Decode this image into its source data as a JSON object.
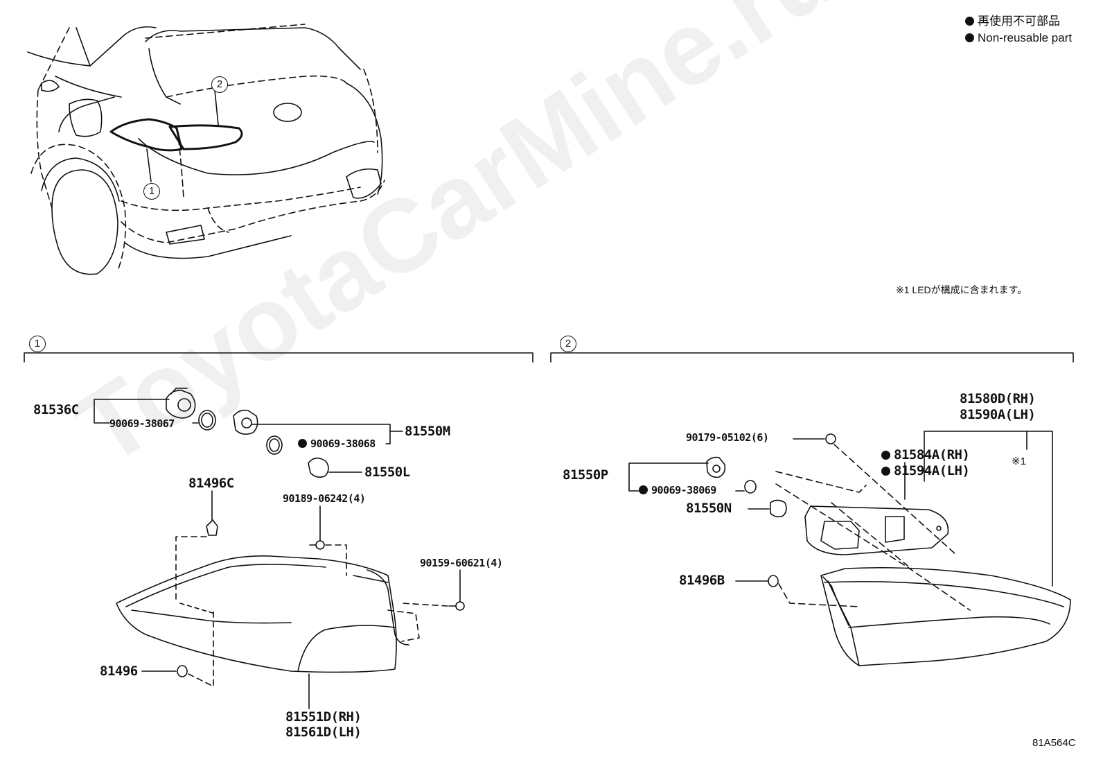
{
  "legend": {
    "items": [
      {
        "text": "再使用不可部品"
      },
      {
        "text": "Non-reusable part"
      }
    ]
  },
  "note": "※1 LEDが構成に含まれます。",
  "watermark": "ToyotaCarMine.ru",
  "diagram_ref": "81A564C",
  "callouts": {
    "c1": "1",
    "c2": "2",
    "section1": "1",
    "section2": "2"
  },
  "section1": {
    "parts": {
      "p81536C": "81536C",
      "p90069_38067": "90069-38067",
      "p81550M": "81550M",
      "p90069_38068": "90069-38068",
      "p81550L": "81550L",
      "p81496C": "81496C",
      "p90189_06242": "90189-06242(4)",
      "p90159_60621": "90159-60621(4)",
      "p81496": "81496",
      "p81551D": "81551D(RH)",
      "p81561D": "81561D(LH)"
    }
  },
  "section2": {
    "parts": {
      "p81580D": "81580D(RH)",
      "p81590A": "81590A(LH)",
      "p90179_05102": "90179-05102(6)",
      "p81584A": "81584A(RH)",
      "p81594A": "81594A(LH)",
      "ref1": "※1",
      "p81550P": "81550P",
      "p90069_38069": "90069-38069",
      "p81550N": "81550N",
      "p81496B": "81496B"
    }
  }
}
